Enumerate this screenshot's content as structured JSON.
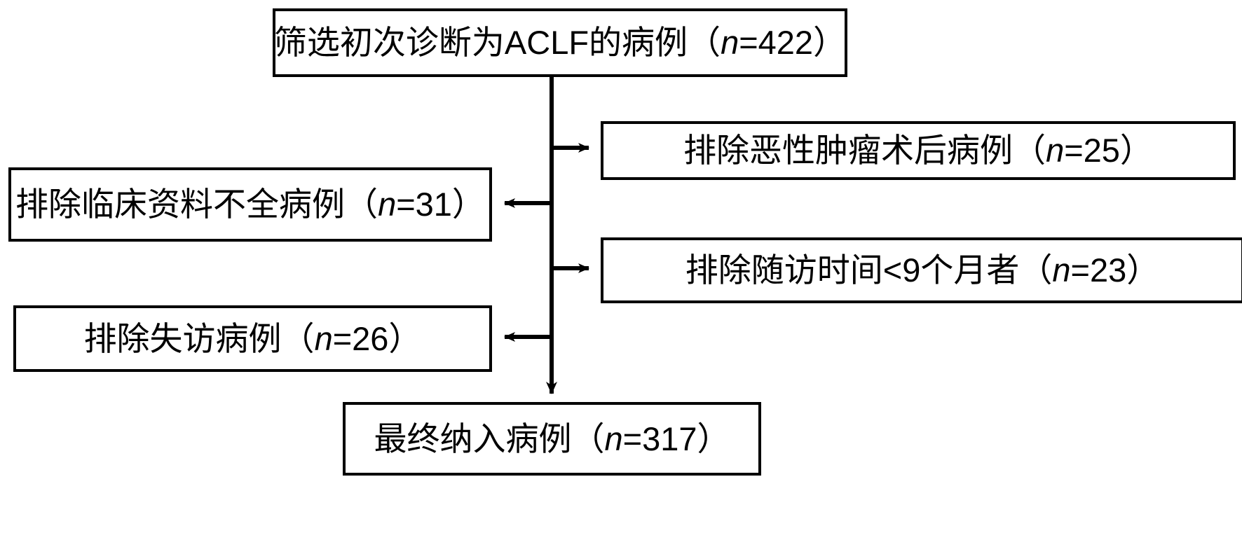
{
  "chart_data": {
    "type": "diagram",
    "title": "ACLF 病例筛选流程图",
    "diagram_kind": "flowchart",
    "orientation": "top-to-bottom",
    "nodes": [
      {
        "id": "screened",
        "role": "start",
        "label": "筛选初次诊断为ACLF的病例（n =422）",
        "text_prefix": "筛选初次诊断为ACLF的病例（",
        "symbol": "n",
        "text_suffix": "=422）",
        "n": 422,
        "position": "top-center"
      },
      {
        "id": "excluded_tumor",
        "role": "exclusion",
        "label": "排除恶性肿瘤术后病例（n =25）",
        "text_prefix": "排除恶性肿瘤术后病例（",
        "symbol": "n",
        "text_suffix": "=25）",
        "n": 25,
        "position": "right"
      },
      {
        "id": "excluded_incomplete_data",
        "role": "exclusion",
        "label": "排除临床资料不全病例（n =31）",
        "text_prefix": "排除临床资料不全病例（",
        "symbol": "n",
        "text_suffix": "=31）",
        "n": 31,
        "position": "left"
      },
      {
        "id": "excluded_short_followup",
        "role": "exclusion",
        "label": "排除随访时间<9个月者（n =23）",
        "text_prefix": "排除随访时间<9个月者（",
        "symbol": "n",
        "text_suffix": "=23）",
        "n": 23,
        "position": "right"
      },
      {
        "id": "excluded_lost_followup",
        "role": "exclusion",
        "label": "排除失访病例（n =26）",
        "text_prefix": "排除失访病例（",
        "symbol": "n",
        "text_suffix": "=26）",
        "n": 26,
        "position": "left"
      },
      {
        "id": "final_included",
        "role": "end",
        "label": "最终纳入病例（n =317）",
        "text_prefix": "最终纳入病例（",
        "symbol": "n",
        "text_suffix": "=317）",
        "n": 317,
        "position": "bottom-center"
      }
    ],
    "edges": [
      {
        "from": "screened",
        "to": "excluded_tumor",
        "direction": "right",
        "arrow": true
      },
      {
        "from": "screened",
        "to": "excluded_incomplete_data",
        "direction": "left",
        "arrow": true
      },
      {
        "from": "screened",
        "to": "excluded_short_followup",
        "direction": "right",
        "arrow": true
      },
      {
        "from": "screened",
        "to": "excluded_lost_followup",
        "direction": "left",
        "arrow": true
      },
      {
        "from": "screened",
        "to": "final_included",
        "direction": "down",
        "arrow": true
      }
    ],
    "colors": {
      "stroke": "#000000",
      "fill": "#ffffff",
      "text": "#000000"
    }
  }
}
